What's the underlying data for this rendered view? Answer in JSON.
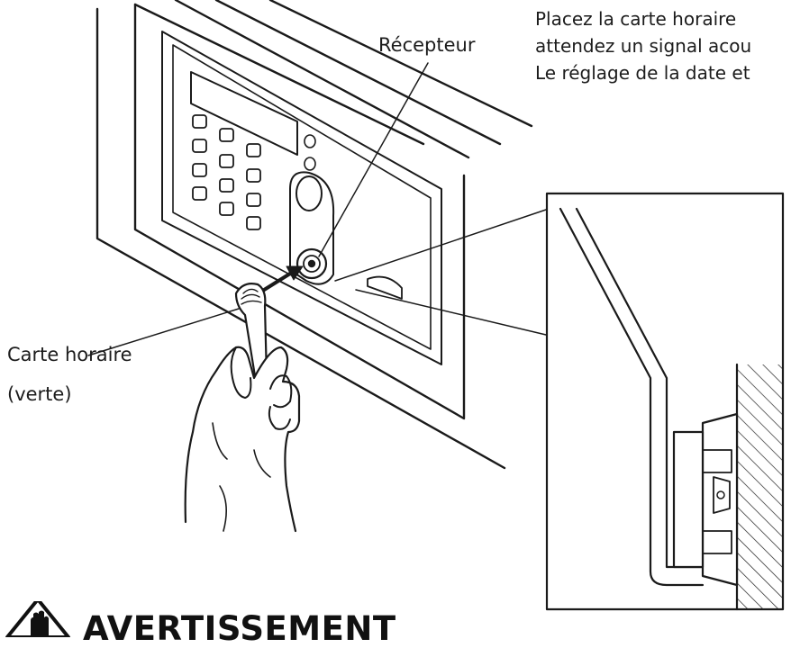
{
  "labels": {
    "receiver": "Récepteur",
    "card_line1": "Carte horaire",
    "card_line2": "(verte)"
  },
  "instructions": {
    "line1": "Placez la carte horaire",
    "line2": "attendez un signal acou",
    "line3": "Le réglage de la date et"
  },
  "warning": {
    "title": "AVERTISSEMENT",
    "icon": "warning-hand-icon"
  }
}
